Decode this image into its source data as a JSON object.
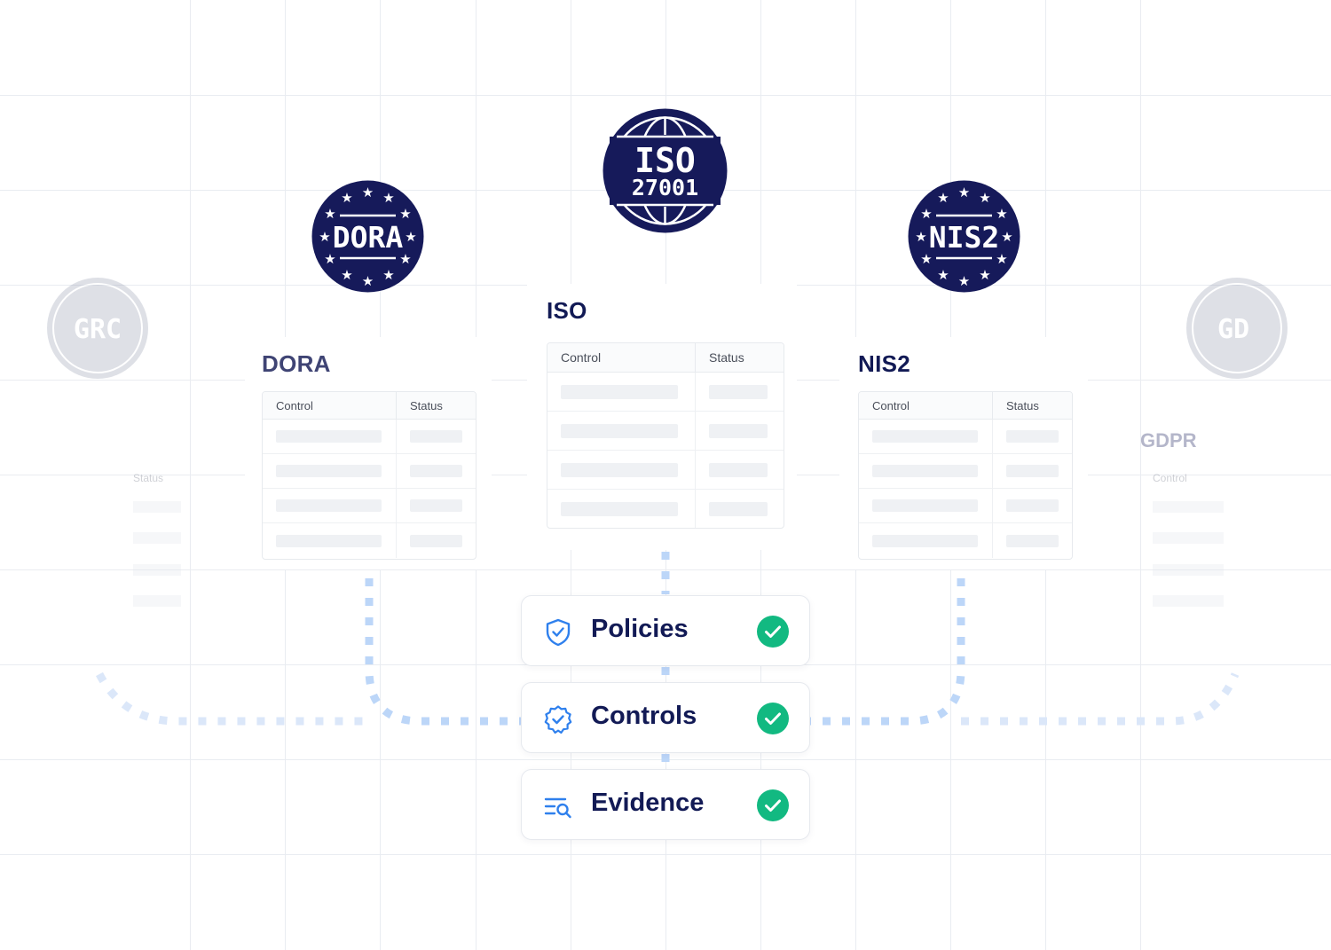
{
  "colors": {
    "navy": "#161a5a",
    "accent_blue": "#2f80ed",
    "dotted_line": "#bcd6f8",
    "check_green": "#12b981"
  },
  "seals": {
    "iso": {
      "line1": "ISO",
      "line2": "27001"
    },
    "dora": {
      "text": "DORA"
    },
    "nis2": {
      "text": "NIS2"
    },
    "grc": {
      "text": "GRC"
    },
    "gdpr": {
      "text": "GD"
    }
  },
  "frameworks": {
    "iso": {
      "title": "ISO",
      "col_control": "Control",
      "col_status": "Status"
    },
    "dora": {
      "title": "DORA",
      "col_control": "Control",
      "col_status": "Status"
    },
    "nis2": {
      "title": "NIS2",
      "col_control": "Control",
      "col_status": "Status"
    },
    "left_faded": {
      "col_status": "Status"
    },
    "gdpr": {
      "title": "GDPR",
      "col_control": "Control"
    }
  },
  "modules": [
    {
      "label": "Policies",
      "icon": "shield-check-icon",
      "status_icon": "check-circle-icon"
    },
    {
      "label": "Controls",
      "icon": "badge-check-icon",
      "status_icon": "check-circle-icon"
    },
    {
      "label": "Evidence",
      "icon": "list-search-icon",
      "status_icon": "check-circle-icon"
    }
  ]
}
